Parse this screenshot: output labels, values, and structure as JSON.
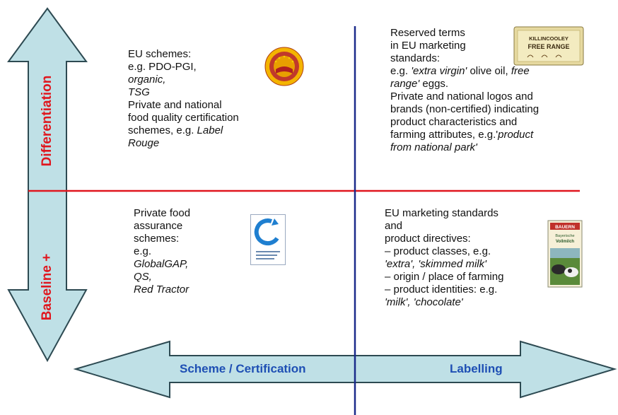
{
  "axes": {
    "vertical_top_label": "Differentiation",
    "vertical_bottom_label": "Baseline +",
    "horizontal_left_label": "Scheme / Certification",
    "horizontal_right_label": "Labelling"
  },
  "quadrants": {
    "top_left": {
      "l1": "EU schemes:",
      "l2": "e.g. PDO-PGI,",
      "l3": "organic,",
      "l4": "TSG",
      "l5": "Private and national",
      "l6": "food quality certification",
      "l7a": "schemes, e.g. ",
      "l7b": "Label",
      "l8": "Rouge"
    },
    "top_right": {
      "l1": "Reserved terms",
      "l2": "in EU marketing",
      "l3": "standards:",
      "l4a": "e.g. ",
      "l4b": "'extra virgin'",
      "l4c": " olive oil, ",
      "l4d": "free",
      "l5a": "range'",
      "l5b": " eggs.",
      "l6": "Private and national logos and",
      "l7": "brands (non-certified) indicating",
      "l8": "product characteristics and",
      "l9a": "farming attributes, e.g.'",
      "l9b": "product",
      "l10": "from national park'"
    },
    "bottom_left": {
      "l1": "Private food",
      "l2": "assurance",
      "l3": "schemes:",
      "l4": "e.g.",
      "l5": "GlobalGAP,",
      "l6": "QS,",
      "l7": "Red Tractor"
    },
    "bottom_right": {
      "l1": "EU marketing standards",
      "l2": "and",
      "l3": "product directives:",
      "l4": "– product classes, e.g.",
      "l5": "'extra', 'skimmed milk'",
      "l6": "– origin / place of farming",
      "l7": "– product identities: e.g.",
      "l8": "'milk', 'chocolate'"
    }
  },
  "logos": {
    "eggs_box_text_1": "KILLINCOOLEY",
    "eggs_box_text_2": "FREE RANGE",
    "milk_carton_text_1": "BAUERN",
    "milk_carton_text_2": "Bayerische",
    "milk_carton_text_3": "Vollmilch"
  },
  "colors": {
    "arrow_fill": "#bfe0e6",
    "arrow_stroke": "#2d4a52",
    "divider_red": "#e0161e",
    "divider_blue": "#1a2a8a",
    "vertical_label": "#e0161e",
    "horizontal_label": "#1e4fb4"
  }
}
